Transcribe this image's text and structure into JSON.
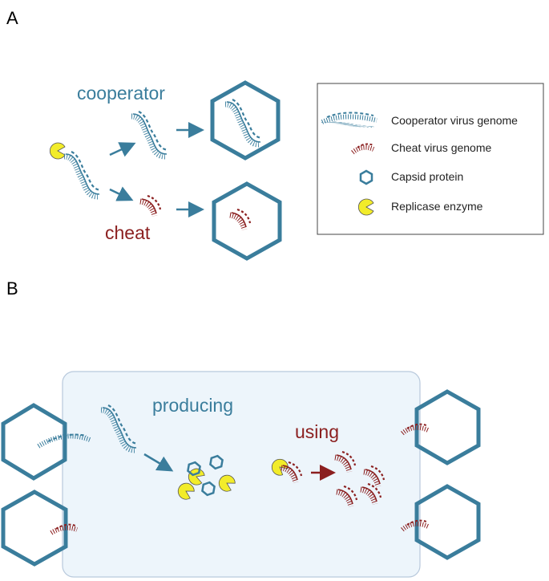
{
  "panels": {
    "a": {
      "letter": "A",
      "cooperator_label": "cooperator",
      "cheat_label": "cheat"
    },
    "b": {
      "letter": "B",
      "producing_label": "producing",
      "using_label": "using"
    }
  },
  "legend": {
    "items": [
      {
        "icon": "cooperator-genome-icon",
        "label": "Cooperator virus genome"
      },
      {
        "icon": "cheat-genome-icon",
        "label": "Cheat virus genome"
      },
      {
        "icon": "capsid-protein-icon",
        "label": "Capsid protein"
      },
      {
        "icon": "replicase-enzyme-icon",
        "label": "Replicase enzyme"
      }
    ]
  },
  "colors": {
    "cooperator": "#3a7d9c",
    "cheat": "#8b1f1f",
    "replicase": "#f2ec2a",
    "cell": "#edf5fb"
  }
}
